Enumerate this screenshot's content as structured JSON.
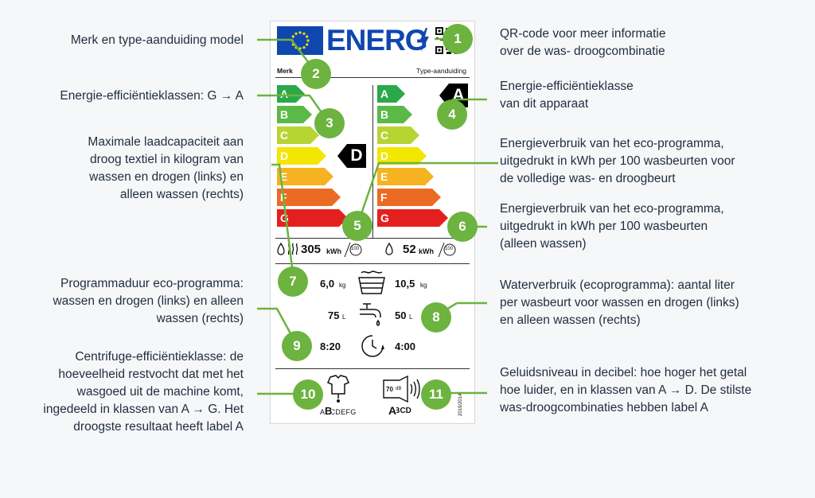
{
  "label": {
    "header": "ENERG",
    "merk": "Merk",
    "type": "Type-aanduiding",
    "classes": [
      "A",
      "B",
      "C",
      "D",
      "E",
      "F",
      "G"
    ],
    "class_colors": [
      "#2aa84a",
      "#5ab947",
      "#b7d433",
      "#f3e600",
      "#f5b221",
      "#ec6b24",
      "#e4201f"
    ],
    "class_left": "D",
    "class_right": "A",
    "energy_left": "305",
    "energy_right": "52",
    "energy_unit": "kWh",
    "energy_per": "100",
    "capacity_left": "6,0",
    "capacity_right": "10,5",
    "capacity_unit": "kg",
    "water_left": "75",
    "water_right": "50",
    "water_unit": "L",
    "duration_left": "8:20",
    "duration_right": "4:00",
    "spin_scale": "ABCDEFG",
    "spin_class": "B",
    "noise_db": "70",
    "noise_unit": "dB",
    "noise_scale": "ABCD",
    "noise_class": "A",
    "regulation": "2019/2014"
  },
  "annotations": [
    {
      "num": "1",
      "text": "QR-code voor meer informatie\nover de was- droogcombinatie"
    },
    {
      "num": "2",
      "text": "Merk en type-aanduiding model"
    },
    {
      "num": "3",
      "text": "Energie-efficiëntieklassen: G → A"
    },
    {
      "num": "4",
      "text": "Energie-efficiëntieklasse\nvan dit apparaat"
    },
    {
      "num": "5",
      "text": "Energieverbruik van het eco-programma,\nuitgedrukt in kWh per 100 wasbeurten voor\nde volledige was- en droogbeurt"
    },
    {
      "num": "6",
      "text": "Energieverbruik van het eco-programma,\nuitgedrukt in kWh per 100 wasbeurten\n(alleen wassen)"
    },
    {
      "num": "7",
      "text": "Maximale laadcapaciteit aan\ndroog textiel in kilogram van\nwassen en drogen (links) en\nalleen wassen (rechts)"
    },
    {
      "num": "8",
      "text": "Waterverbruik (ecoprogramma): aantal liter\nper wasbeurt voor wassen en drogen (links)\nen alleen wassen (rechts)"
    },
    {
      "num": "9",
      "text": "Programmaduur eco-programma:\nwassen en drogen (links) en alleen\nwassen (rechts)"
    },
    {
      "num": "10",
      "text": "Centrifuge-efficiëntieklasse: de\nhoeveelheid restvocht dat met het\nwasgoed uit de machine komt,\ningedeeld in klassen van A → G. Het\ndroogste resultaat heeft label A"
    },
    {
      "num": "11",
      "text": "Geluidsniveau in decibel: hoe hoger het getal\nhoe luider, en in klassen van A → D. De stilste\nwas-droogcombinaties hebben label A"
    }
  ]
}
